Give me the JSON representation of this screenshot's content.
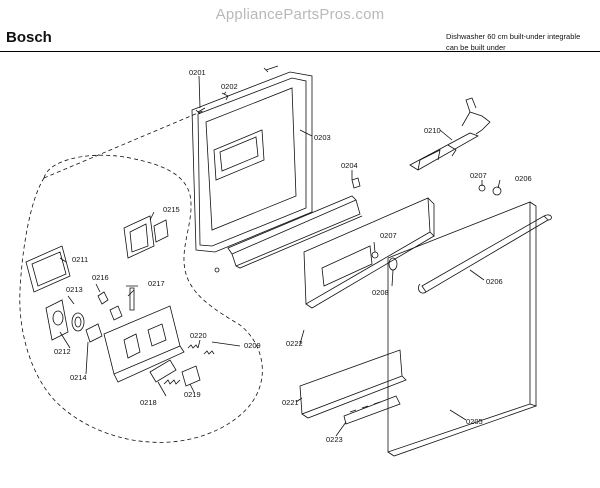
{
  "header": {
    "watermark": "AppliancePartsPros.com",
    "brand": "Bosch",
    "description_line1": "Dishwasher 60 cm built-under integrable",
    "description_line2": "can be built under"
  },
  "parts": {
    "p0201": "0201",
    "p0202": "0202",
    "p0203": "0203",
    "p0204": "0204",
    "p0205": "0205",
    "p0206_top": "0206",
    "p0206_handle": "0206",
    "p0207_top": "0207",
    "p0207_mid": "0207",
    "p0208": "0208",
    "p0209": "0209",
    "p0210": "0210",
    "p0211": "0211",
    "p0212": "0212",
    "p0213": "0213",
    "p0214": "0214",
    "p0215": "0215",
    "p0216": "0216",
    "p0217": "0217",
    "p0218": "0218",
    "p0219": "0219",
    "p0220": "0220",
    "p0221": "0221",
    "p0222": "0222",
    "p0223": "0223"
  }
}
